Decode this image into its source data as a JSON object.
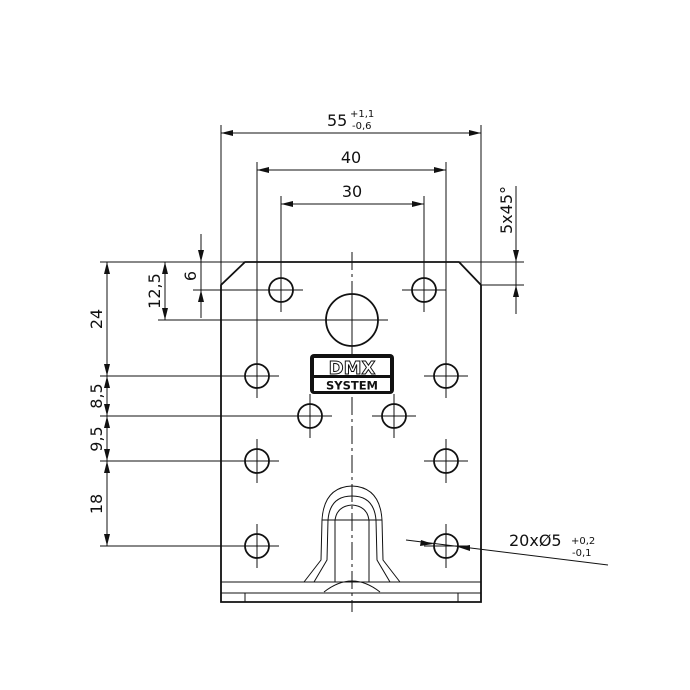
{
  "drawing": {
    "dimensions": {
      "overall_width": {
        "value": "55",
        "tol_upper": "+1,1",
        "tol_lower": "-0,6"
      },
      "hole_spacing_outer": "40",
      "hole_spacing_top": "30",
      "chamfer": "5x45°",
      "top_hole_offset": "6",
      "center_hole_offset": "12,5",
      "row_spacing_1": "24",
      "row_spacing_2": "8,5",
      "row_spacing_3": "9,5",
      "row_spacing_4": "18",
      "hole_callout": {
        "value": "20xØ5",
        "tol_upper": "+0,2",
        "tol_lower": "-0,1"
      }
    },
    "logo": {
      "line1": "DMX",
      "line2": "SYSTEM"
    }
  }
}
